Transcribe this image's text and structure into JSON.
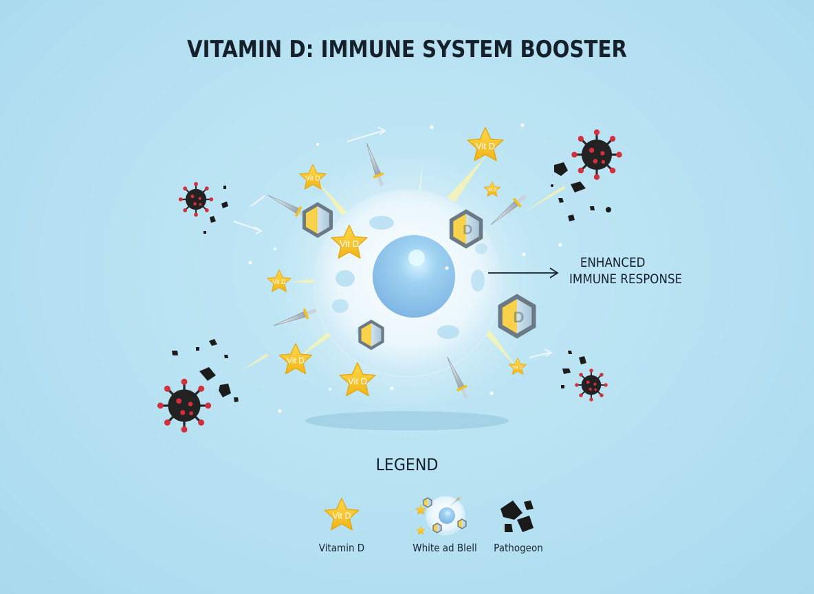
{
  "title": "VITAMIN D: IMMUNE SYSTEM BOOSTER",
  "response": {
    "line1": "ENHANCED",
    "line2": "IMMUNE RESPONSE"
  },
  "star_label": "Vit D",
  "shield_label": "D",
  "legend": {
    "title": "LEGEND",
    "items": [
      {
        "label": "Vitamin D",
        "icon": "vitamin-d-star-icon"
      },
      {
        "label": "White ad Blell",
        "icon": "white-blood-cell-icon"
      },
      {
        "label": "Pathogeon",
        "icon": "pathogen-fragments-icon"
      }
    ]
  },
  "colors": {
    "background": "#b6e1f2",
    "star": "#f6c623",
    "virus": "#222222",
    "virus_spikes": "#d3303c",
    "cell": "#e6f5fc",
    "nucleus": "#8fc6ec",
    "text": "#15202b"
  }
}
